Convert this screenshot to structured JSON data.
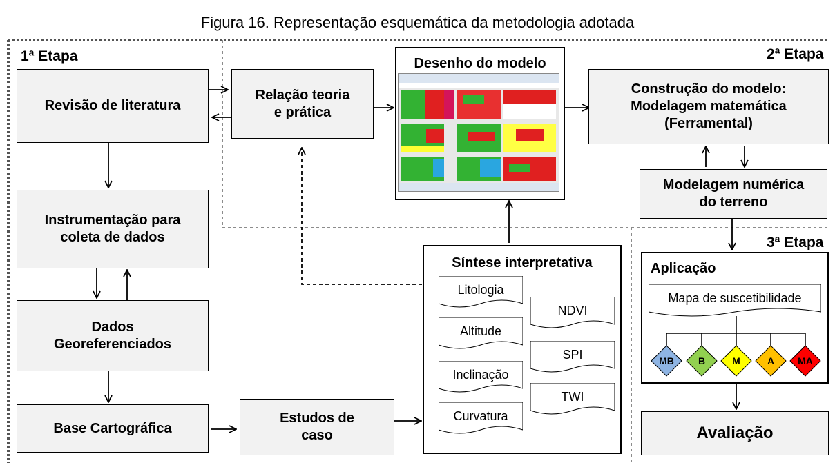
{
  "figure": {
    "title": "Figura 16. Representação esquemática da metodologia adotada"
  },
  "stages": {
    "stage1": "1ª Etapa",
    "stage2": "2ª Etapa",
    "stage3": "3ª Etapa"
  },
  "boxes": {
    "literature_review": "Revisão de literatura",
    "theory_practice": "Relação teoria e prática",
    "model_design": "Desenho do modelo",
    "model_construction": "Construção do modelo: Modelagem matemática (Ferramental)",
    "terrain_modeling": "Modelagem numérica do terreno",
    "instrumentation": "Instrumentação para coleta de dados",
    "georeferenced_data": "Dados Georeferenciados",
    "cartographic_base": "Base Cartográfica",
    "case_studies": "Estudos de caso",
    "interpretive_synthesis": "Síntese interpretativa",
    "application": "Aplicação",
    "susceptibility_map": "Mapa de suscetibilidade",
    "evaluation": "Avaliação"
  },
  "synthesis_items_left": [
    "Litologia",
    "Altitude",
    "Inclinação",
    "Curvatura"
  ],
  "synthesis_items_right": [
    "NDVI",
    "SPI",
    "TWI"
  ],
  "classes": [
    {
      "label": "MB",
      "color": "#8eb4e3"
    },
    {
      "label": "B",
      "color": "#92d050"
    },
    {
      "label": "M",
      "color": "#ffff00"
    },
    {
      "label": "A",
      "color": "#ffc000"
    },
    {
      "label": "MA",
      "color": "#ff0000"
    }
  ]
}
